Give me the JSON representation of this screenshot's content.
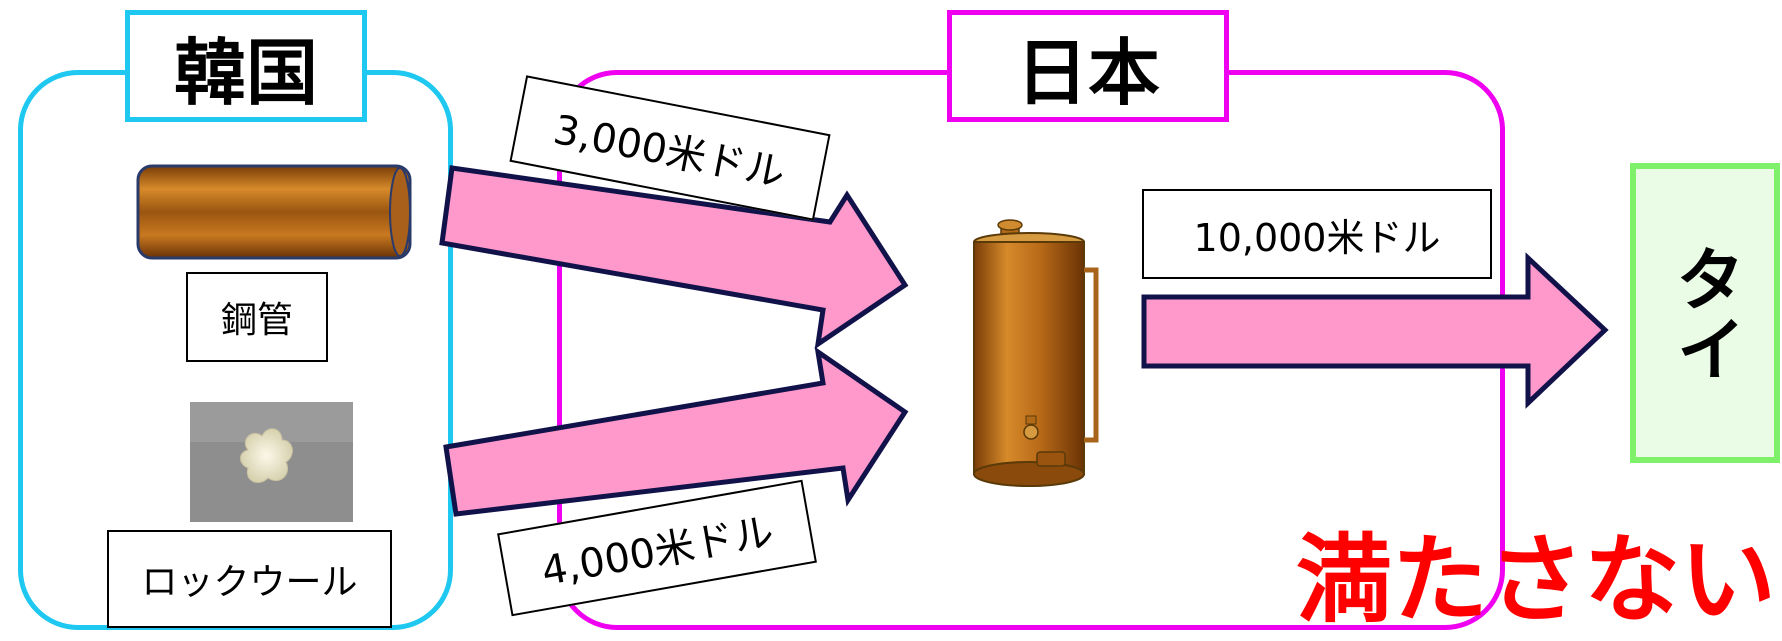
{
  "korea": {
    "title": "韓国"
  },
  "japan": {
    "title": "日本"
  },
  "thailand": {
    "title": "タイ"
  },
  "materials": {
    "steel_pipe": "鋼管",
    "rock_wool": "ロックウール"
  },
  "prices": {
    "steel_pipe": "3,000米ドル",
    "rock_wool": "4,000米ドル",
    "product": "10,000米ドル"
  },
  "verdict": "満たさない",
  "colors": {
    "korea_border": "#1ec8f0",
    "japan_border": "#f000f0",
    "thailand_border": "#7ef06a",
    "thailand_fill": "#eafbe6",
    "arrow_fill": "#ff99cc",
    "arrow_stroke": "#12124a",
    "verdict": "#ff0000",
    "copper": "#c8781a"
  }
}
